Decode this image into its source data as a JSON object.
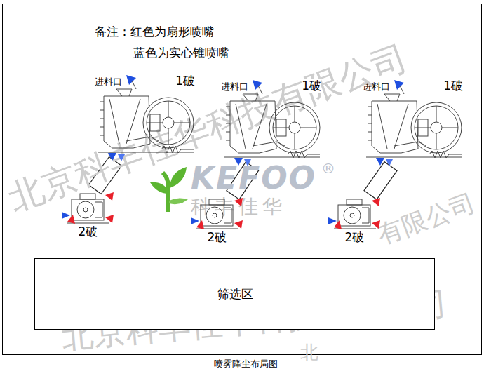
{
  "diagram": {
    "caption": "喷雾降尘布局图",
    "nodes": [
      {
        "text": [
          "1破"
        ]
      },
      {
        "text": [
          "1破"
        ]
      },
      {
        "text": [
          "1破"
        ]
      },
      {
        "text": [
          "2破"
        ]
      },
      {
        "text": [
          "2破"
        ]
      },
      {
        "text": [
          "2破"
        ]
      },
      {
        "text": [
          "筛选区"
        ]
      }
    ],
    "edges": [
      {
        "from": 0,
        "to": 3,
        "arrow": "none"
      },
      {
        "from": 1,
        "to": 4,
        "arrow": "none"
      },
      {
        "from": 2,
        "to": 5,
        "arrow": "none"
      }
    ],
    "labels": [
      "备注：红色为扇形喷嘴",
      "蓝色为实心锥喷嘴",
      "进料口",
      "进料口",
      "进料口",
      "北京科丰佳华科技有限公司",
      "北京科丰佳华科技有限公司",
      "有限公司",
      "KEFOO",
      "®",
      "科丰佳华",
      "北"
    ]
  }
}
